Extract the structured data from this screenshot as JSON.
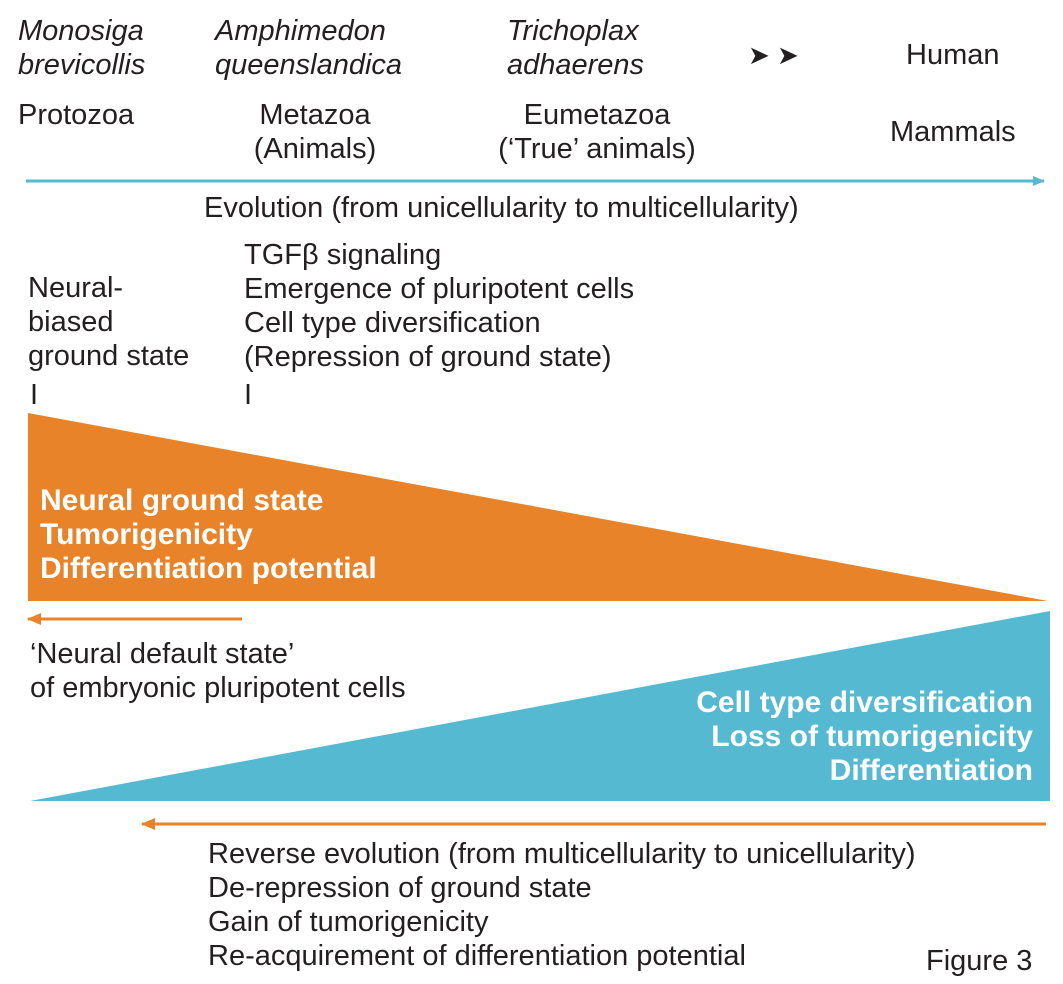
{
  "species": [
    {
      "line1": "Monosiga",
      "line2": "brevicollis",
      "group": "Protozoa"
    },
    {
      "line1": "Amphimedon",
      "line2": "queenslandica",
      "group_line1": "Metazoa",
      "group_line2": "(Animals)"
    },
    {
      "line1": "Trichoplax",
      "line2": "adhaerens",
      "group_line1": "Eumetazoa",
      "group_line2": "(‘True’ animals)"
    },
    {
      "line1": "Human",
      "group": "Mammals"
    }
  ],
  "arrows_glyph": "➤   ➤",
  "evolution_label": "Evolution (from unicellularity to multicellularity)",
  "neural_biased": [
    "Neural-",
    "biased",
    "ground state"
  ],
  "tick_mark": "I",
  "metazoa_features": [
    "TGFβ signaling",
    "Emergence of pluripotent cells",
    "Cell type diversification",
    "(Repression of ground state)"
  ],
  "orange_wedge": [
    "Neural ground state",
    "Tumorigenicity",
    "Differentiation potential"
  ],
  "neural_default": [
    "‘Neural default state’",
    "of embryonic pluripotent cells"
  ],
  "blue_wedge": [
    "Cell type diversification",
    "Loss of tumorigenicity",
    "Differentiation"
  ],
  "reverse": [
    "Reverse evolution (from multicellularity to unicellularity)",
    "De-repression of ground state",
    "Gain of tumorigenicity",
    "Re-acquirement of differentiation potential"
  ],
  "figure_label": "Figure 3",
  "colors": {
    "orange": "#e8832a",
    "blue": "#56b9d2",
    "arrow_blue": "#56b9d2",
    "arrow_orange": "#e8832a",
    "text": "#231f20"
  }
}
